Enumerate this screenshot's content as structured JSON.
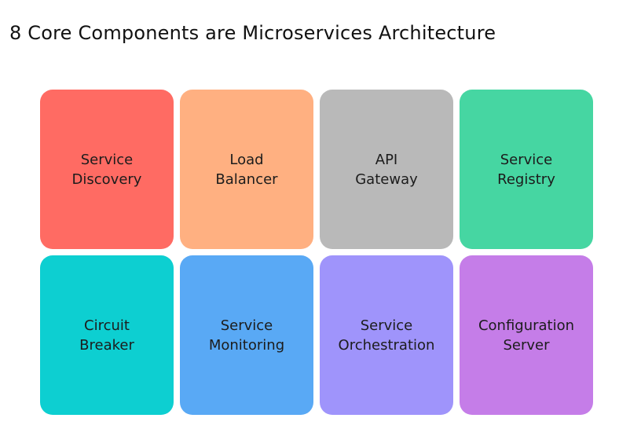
{
  "title": "8 Core Components are Microservices Architecture",
  "components": [
    {
      "line1": "Service",
      "line2": "Discovery",
      "color": "#ff6b63"
    },
    {
      "line1": "Load",
      "line2": "Balancer",
      "color": "#ffb081"
    },
    {
      "line1": "API",
      "line2": "Gateway",
      "color": "#b9b9b9"
    },
    {
      "line1": "Service",
      "line2": "Registry",
      "color": "#46d6a2"
    },
    {
      "line1": "Circuit",
      "line2": "Breaker",
      "color": "#0dcfd1"
    },
    {
      "line1": "Service",
      "line2": "Monitoring",
      "color": "#59a9f5"
    },
    {
      "line1": "Service",
      "line2": "Orchestration",
      "color": "#9f94fb"
    },
    {
      "line1": "Configuration",
      "line2": "Server",
      "color": "#c57de8"
    }
  ]
}
